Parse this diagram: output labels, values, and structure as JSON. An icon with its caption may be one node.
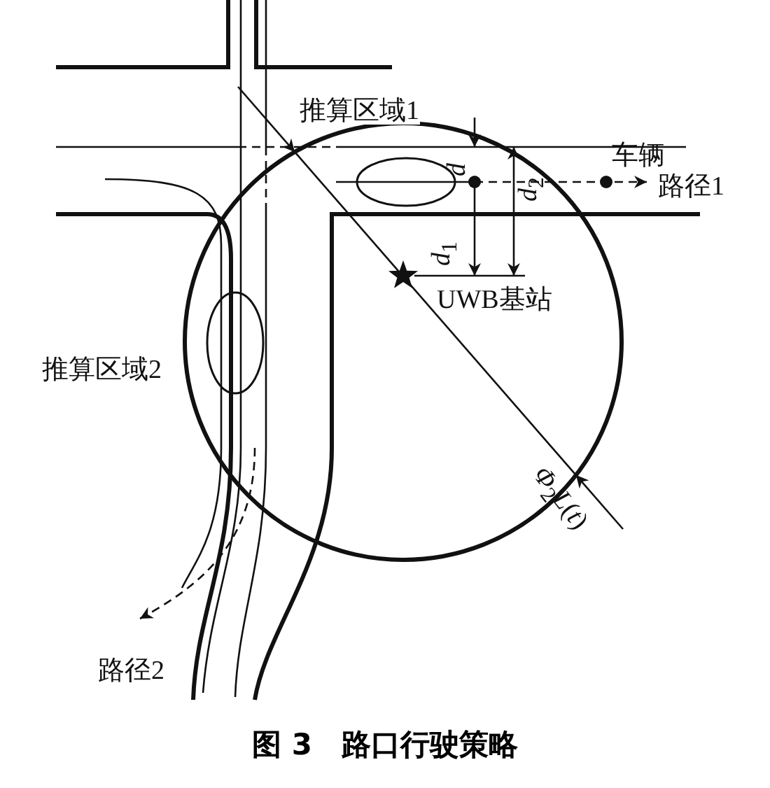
{
  "diagram": {
    "caption": "图 3　路口行驶策略",
    "labels": [
      "推算区域1",
      "*d*",
      "车辆",
      "路径1",
      "*d*$_{2}$",
      "*d*$_{1}$",
      "UWB基站",
      "推算区域2",
      "*Φ*$_{2}$*L*(*t*)",
      "路径2"
    ]
  }
}
